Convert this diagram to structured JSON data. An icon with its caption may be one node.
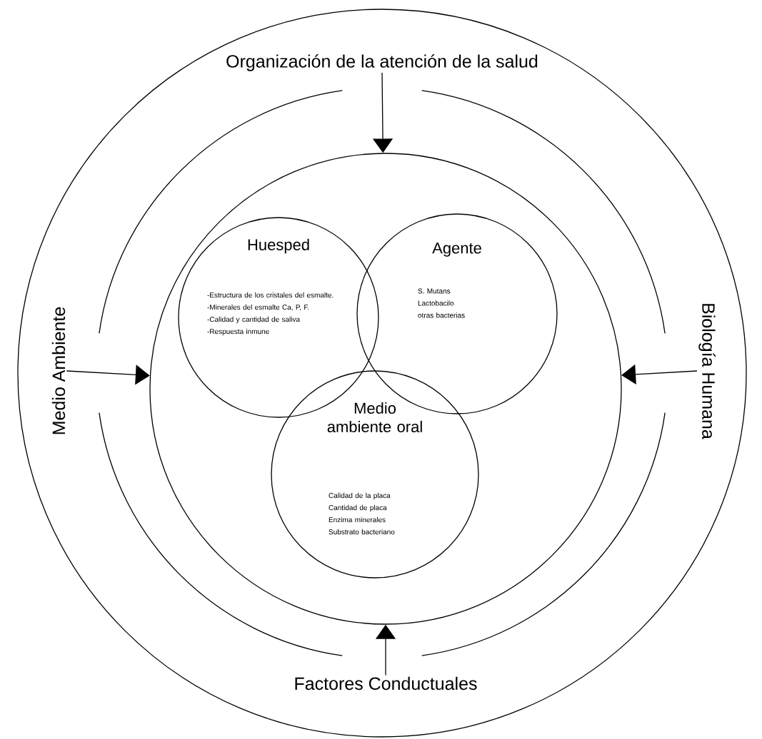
{
  "diagram": {
    "nodes": [
      {
        "text": [],
        "shape": "circle"
      },
      {
        "text": [
          "Huesped",
          "-Estructura de los cristales del esmalte.",
          "-Minerales del esmalte Ca, P, F.",
          "-Calidad y cantidad de saliva",
          "-Respuesta inmune"
        ],
        "in": 0
      },
      {
        "text": [
          "Agente",
          "S. Mutans",
          "Lactobacilo",
          "otras bacterias"
        ],
        "in": 0
      },
      {
        "text": [
          "Medio ambiente oral",
          "Calidad de la placa",
          "Cantidad de placa",
          "Enzima minerales",
          "Substrato bacteriano"
        ],
        "in": 0
      },
      {
        "text": [
          "Organización de la atención de la salud"
        ]
      },
      {
        "text": [
          "Medio Ambiente"
        ]
      },
      {
        "text": [
          "Biología Humana"
        ]
      },
      {
        "text": [
          "Factores Conductuales"
        ]
      }
    ],
    "edges": [
      {
        "from": 4,
        "to": 0,
        "arrow": "to"
      },
      {
        "from": 5,
        "to": 0,
        "arrow": "to"
      },
      {
        "from": 6,
        "to": 0,
        "arrow": "to"
      },
      {
        "from": 7,
        "to": 0,
        "arrow": "to"
      }
    ]
  }
}
